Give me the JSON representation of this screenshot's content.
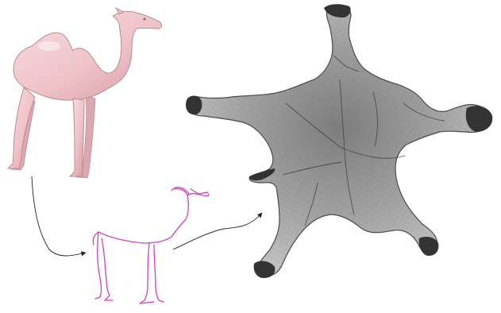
{
  "figure": {
    "panels": [
      {
        "id": "mesh",
        "fill": "#f0c4c8",
        "stroke": "#b98d93"
      },
      {
        "id": "skeleton",
        "stroke": "#d23ec4"
      },
      {
        "id": "flattened",
        "fill": "#9a9a9a",
        "stroke": "#4a4a4a"
      }
    ],
    "arrows": {
      "color": "#222222"
    }
  }
}
